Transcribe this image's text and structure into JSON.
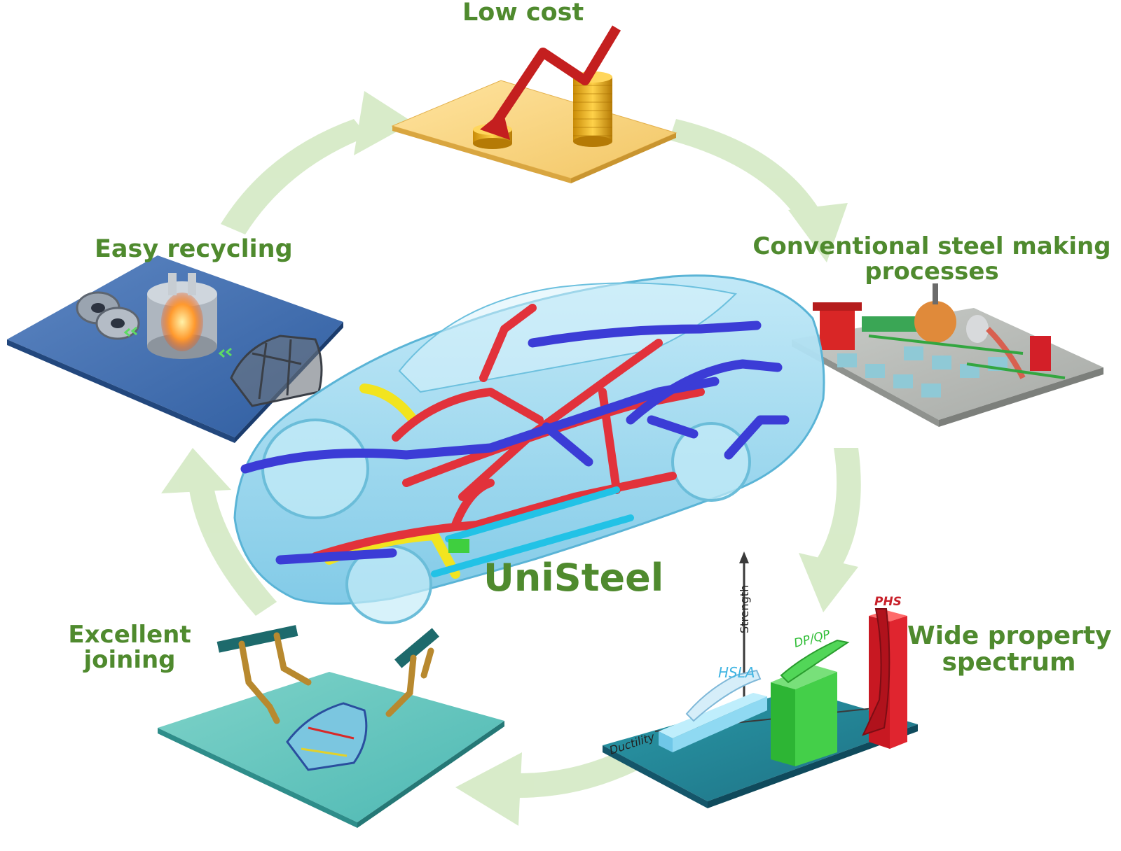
{
  "center_label": "UniSteel",
  "cycle_stages": [
    {
      "id": "low-cost",
      "label": "Low cost"
    },
    {
      "id": "steel-making",
      "label_lines": [
        "Conventional steel making",
        "processes"
      ]
    },
    {
      "id": "property",
      "label_lines": [
        "Wide property",
        "spectrum"
      ]
    },
    {
      "id": "joining",
      "label_lines": [
        "Excellent",
        "joining"
      ]
    },
    {
      "id": "recycling",
      "label": "Easy recycling"
    }
  ],
  "property_chart": {
    "y_axis_label": "Strength",
    "x_axis_label": "Ductility",
    "grades": [
      "HSLA",
      "DP/QP",
      "PHS"
    ]
  },
  "colors": {
    "label_green": "#4f8a2e",
    "arrow_green": "#cfe6bd",
    "hsla": "#7fd3ef",
    "dpqp": "#35c93a",
    "phs": "#d8202c"
  }
}
